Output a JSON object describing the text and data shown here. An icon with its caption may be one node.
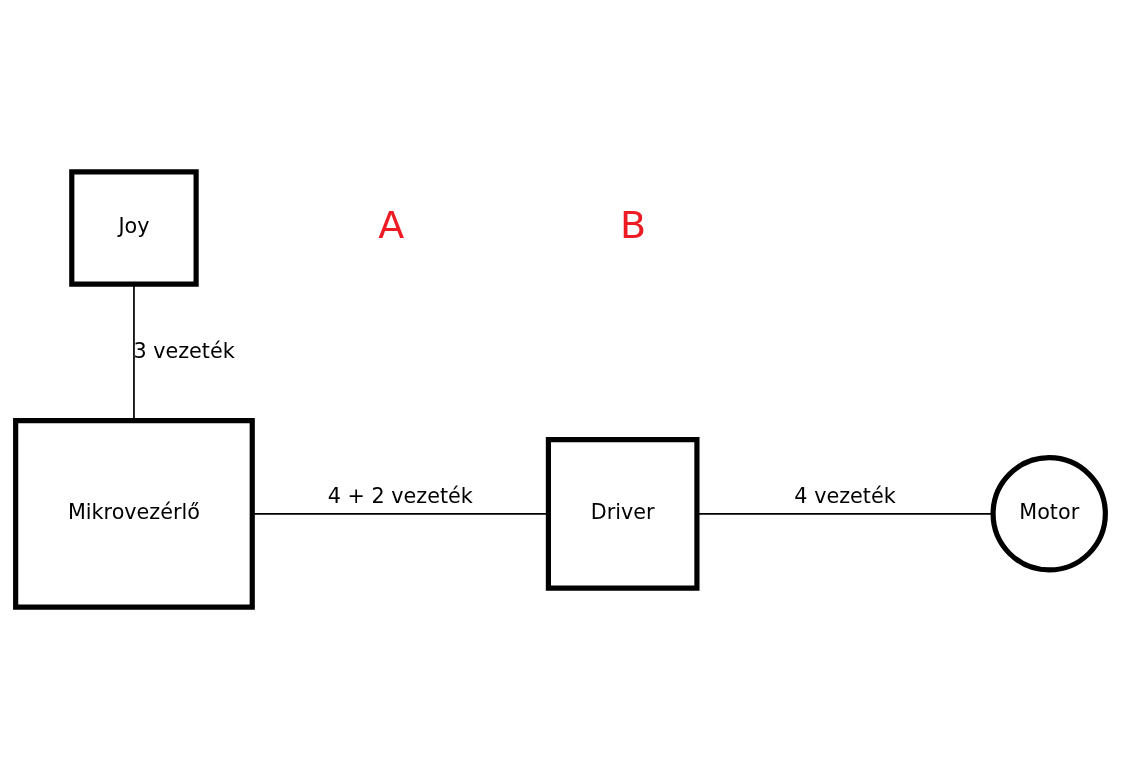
{
  "diagram": {
    "nodes": [
      {
        "text": [
          "Joy"
        ]
      },
      {
        "text": [
          "Mikrovezérlő"
        ]
      },
      {
        "text": [
          "Driver"
        ]
      },
      {
        "text": [
          "Motor"
        ]
      }
    ],
    "edges": [
      {
        "from": 0,
        "to": 1,
        "arrow": "none",
        "label": "3 vezeték"
      },
      {
        "from": 1,
        "to": 2,
        "arrow": "none",
        "label": "4 + 2 vezeték"
      },
      {
        "from": 2,
        "to": 3,
        "arrow": "none",
        "label": "4 vezeték"
      }
    ],
    "labels": [
      "A",
      "B"
    ]
  }
}
